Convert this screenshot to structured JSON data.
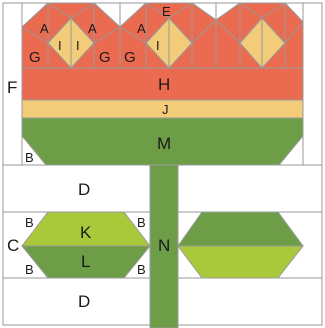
{
  "diagram": {
    "colors": {
      "red": "#ea6b4f",
      "tan": "#f3cc7a",
      "green_dark": "#6d9e47",
      "green_light": "#a9c93a",
      "white": "#ffffff",
      "line": "#999999"
    },
    "labels": {
      "A1": "A",
      "I1": "I",
      "I2": "I",
      "A2": "A",
      "A3": "A",
      "I3": "I",
      "E": "E",
      "G1": "G",
      "G2": "G",
      "G3": "G",
      "F": "F",
      "H": "H",
      "J": "J",
      "M": "M",
      "B_flower": "B",
      "D_top": "D",
      "C": "C",
      "B_leaf_tl": "B",
      "B_leaf_tr": "B",
      "B_leaf_bl": "B",
      "B_leaf_br": "B",
      "K": "K",
      "L": "L",
      "N": "N",
      "D_bottom": "D"
    }
  }
}
